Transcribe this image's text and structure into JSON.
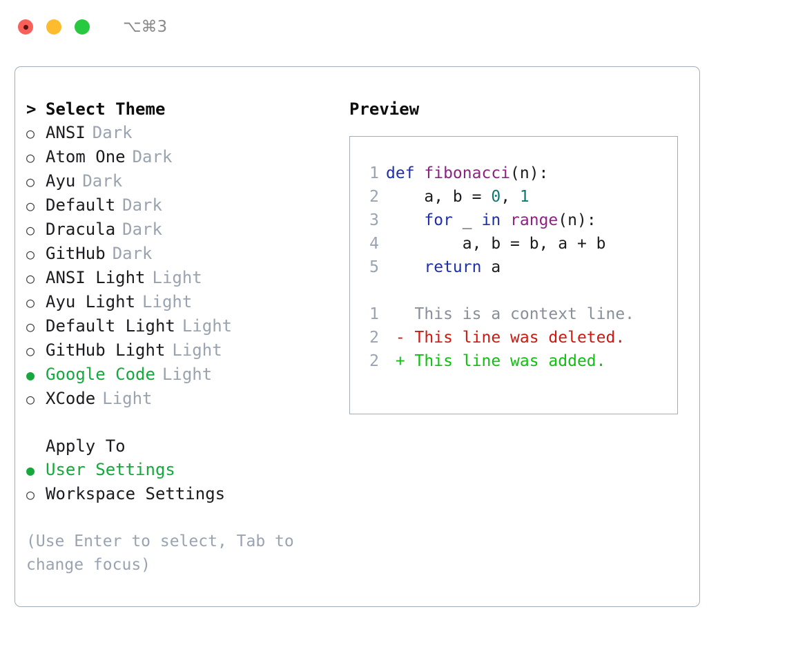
{
  "titlebar": {
    "lights": [
      {
        "name": "close-button",
        "color": "#f9605a"
      },
      {
        "name": "minimize-button",
        "color": "#fdbc2e"
      },
      {
        "name": "maximize-button",
        "color": "#28c840"
      }
    ],
    "shortcut": "⌥⌘3"
  },
  "theme_picker": {
    "caret": ">",
    "header": "Select Theme",
    "marker_selected": "●",
    "marker_unselected": "○",
    "selected_color": "#16a83c",
    "items": [
      {
        "name": "ANSI",
        "category": "Dark",
        "selected": false
      },
      {
        "name": "Atom One",
        "category": "Dark",
        "selected": false
      },
      {
        "name": "Ayu",
        "category": "Dark",
        "selected": false
      },
      {
        "name": "Default",
        "category": "Dark",
        "selected": false
      },
      {
        "name": "Dracula",
        "category": "Dark",
        "selected": false
      },
      {
        "name": "GitHub",
        "category": "Dark",
        "selected": false
      },
      {
        "name": "ANSI Light",
        "category": "Light",
        "selected": false
      },
      {
        "name": "Ayu Light",
        "category": "Light",
        "selected": false
      },
      {
        "name": "Default Light",
        "category": "Light",
        "selected": false
      },
      {
        "name": "GitHub Light",
        "category": "Light",
        "selected": false
      },
      {
        "name": "Google Code",
        "category": "Light",
        "selected": true
      },
      {
        "name": "XCode",
        "category": "Light",
        "selected": false
      }
    ]
  },
  "apply_to": {
    "header": "Apply To",
    "items": [
      {
        "name": "User Settings",
        "selected": true
      },
      {
        "name": "Workspace Settings",
        "selected": false
      }
    ]
  },
  "hint": "(Use Enter to select, Tab to change focus)",
  "preview": {
    "title": "Preview",
    "code_lines": [
      {
        "no": "1",
        "tokens": [
          {
            "t": "def ",
            "c": "kw"
          },
          {
            "t": "fibonacci",
            "c": "fn"
          },
          {
            "t": "(n):",
            "c": "pl"
          }
        ]
      },
      {
        "no": "2",
        "tokens": [
          {
            "t": "    a, b = ",
            "c": "pl"
          },
          {
            "t": "0",
            "c": "num"
          },
          {
            "t": ", ",
            "c": "pl"
          },
          {
            "t": "1",
            "c": "num"
          }
        ]
      },
      {
        "no": "3",
        "tokens": [
          {
            "t": "    ",
            "c": "pl"
          },
          {
            "t": "for",
            "c": "kw"
          },
          {
            "t": " _ ",
            "c": "pl"
          },
          {
            "t": "in",
            "c": "kw"
          },
          {
            "t": " ",
            "c": "pl"
          },
          {
            "t": "range",
            "c": "fn"
          },
          {
            "t": "(n):",
            "c": "pl"
          }
        ]
      },
      {
        "no": "4",
        "tokens": [
          {
            "t": "        a, b = b, a + b",
            "c": "pl"
          }
        ]
      },
      {
        "no": "5",
        "tokens": [
          {
            "t": "    ",
            "c": "pl"
          },
          {
            "t": "return",
            "c": "kw"
          },
          {
            "t": " a",
            "c": "pl"
          }
        ]
      }
    ],
    "diff_lines": [
      {
        "no": "1",
        "sign": " ",
        "text": " This is a context line.",
        "kind": "ctx"
      },
      {
        "no": "2",
        "sign": "-",
        "text": " This line was deleted.",
        "kind": "del"
      },
      {
        "no": "2",
        "sign": "+",
        "text": " This line was added.",
        "kind": "add"
      }
    ]
  }
}
